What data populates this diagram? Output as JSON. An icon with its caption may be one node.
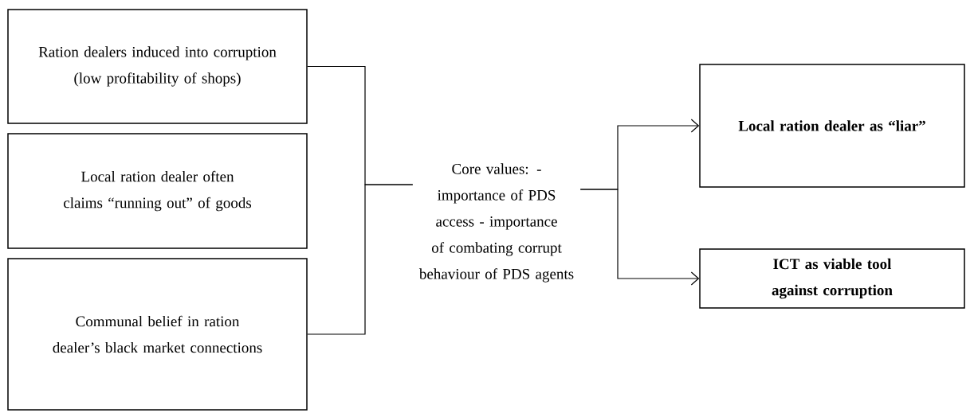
{
  "diagram": {
    "nodes": [
      {
        "text": [
          "Ration dealers induced into corruption (low profitability of shops)"
        ]
      },
      {
        "text": [
          "Local ration dealer often claims “running out” of goods"
        ]
      },
      {
        "text": [
          "Communal belief in ration dealer’s black market connections"
        ]
      },
      {
        "text": [
          "Core values: - importance of PDS access - importance of combating corrupt behaviour of PDS agents"
        ]
      },
      {
        "text": [
          "Local ration dealer as “liar”"
        ]
      },
      {
        "text": [
          "ICT as viable tool against corruption"
        ]
      }
    ],
    "edges": [
      {
        "from": 0,
        "to": 3,
        "arrow": "none"
      },
      {
        "from": 2,
        "to": 3,
        "arrow": "none"
      },
      {
        "from": 3,
        "to": 4,
        "arrow": "to"
      },
      {
        "from": 3,
        "to": 5,
        "arrow": "to"
      }
    ]
  }
}
